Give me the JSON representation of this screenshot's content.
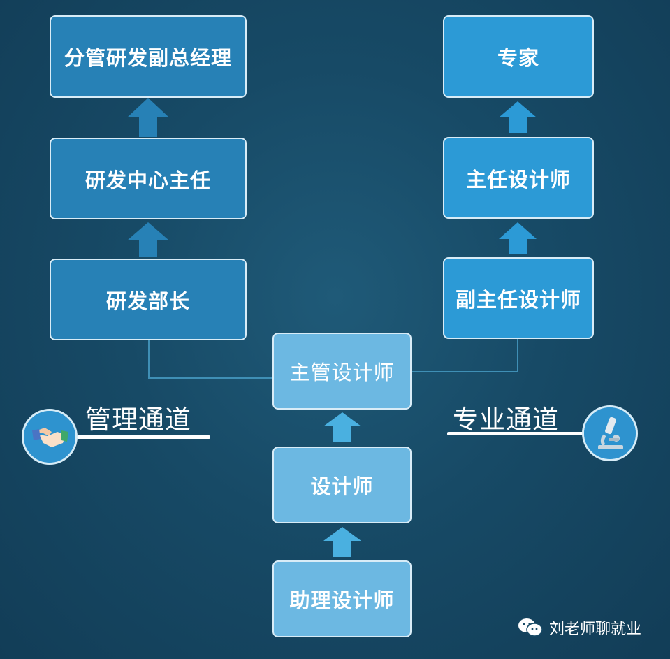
{
  "management": {
    "title": "管理通道",
    "levels": [
      {
        "label": "分管研发副总经理"
      },
      {
        "label": "研发中心主任"
      },
      {
        "label": "研发部长"
      }
    ]
  },
  "professional": {
    "title": "专业通道",
    "levels": [
      {
        "label": "专家"
      },
      {
        "label": "主任设计师"
      },
      {
        "label": "副主任设计师"
      }
    ]
  },
  "core": {
    "levels": [
      {
        "label": "主管设计师"
      },
      {
        "label": "设计师"
      },
      {
        "label": "助理设计师"
      }
    ]
  },
  "watermark": {
    "text": "刘老师聊就业"
  },
  "colors": {
    "management_box": "#2781b6",
    "professional_box": "#2c9ad6",
    "core_box": "#6cb8e2",
    "arrow_dark": "#2781b6",
    "arrow_light": "#4ab0e0",
    "border": "#d8ecf7"
  },
  "icons": {
    "management": "handshake-icon",
    "professional": "microscope-icon",
    "watermark": "wechat-icon"
  }
}
